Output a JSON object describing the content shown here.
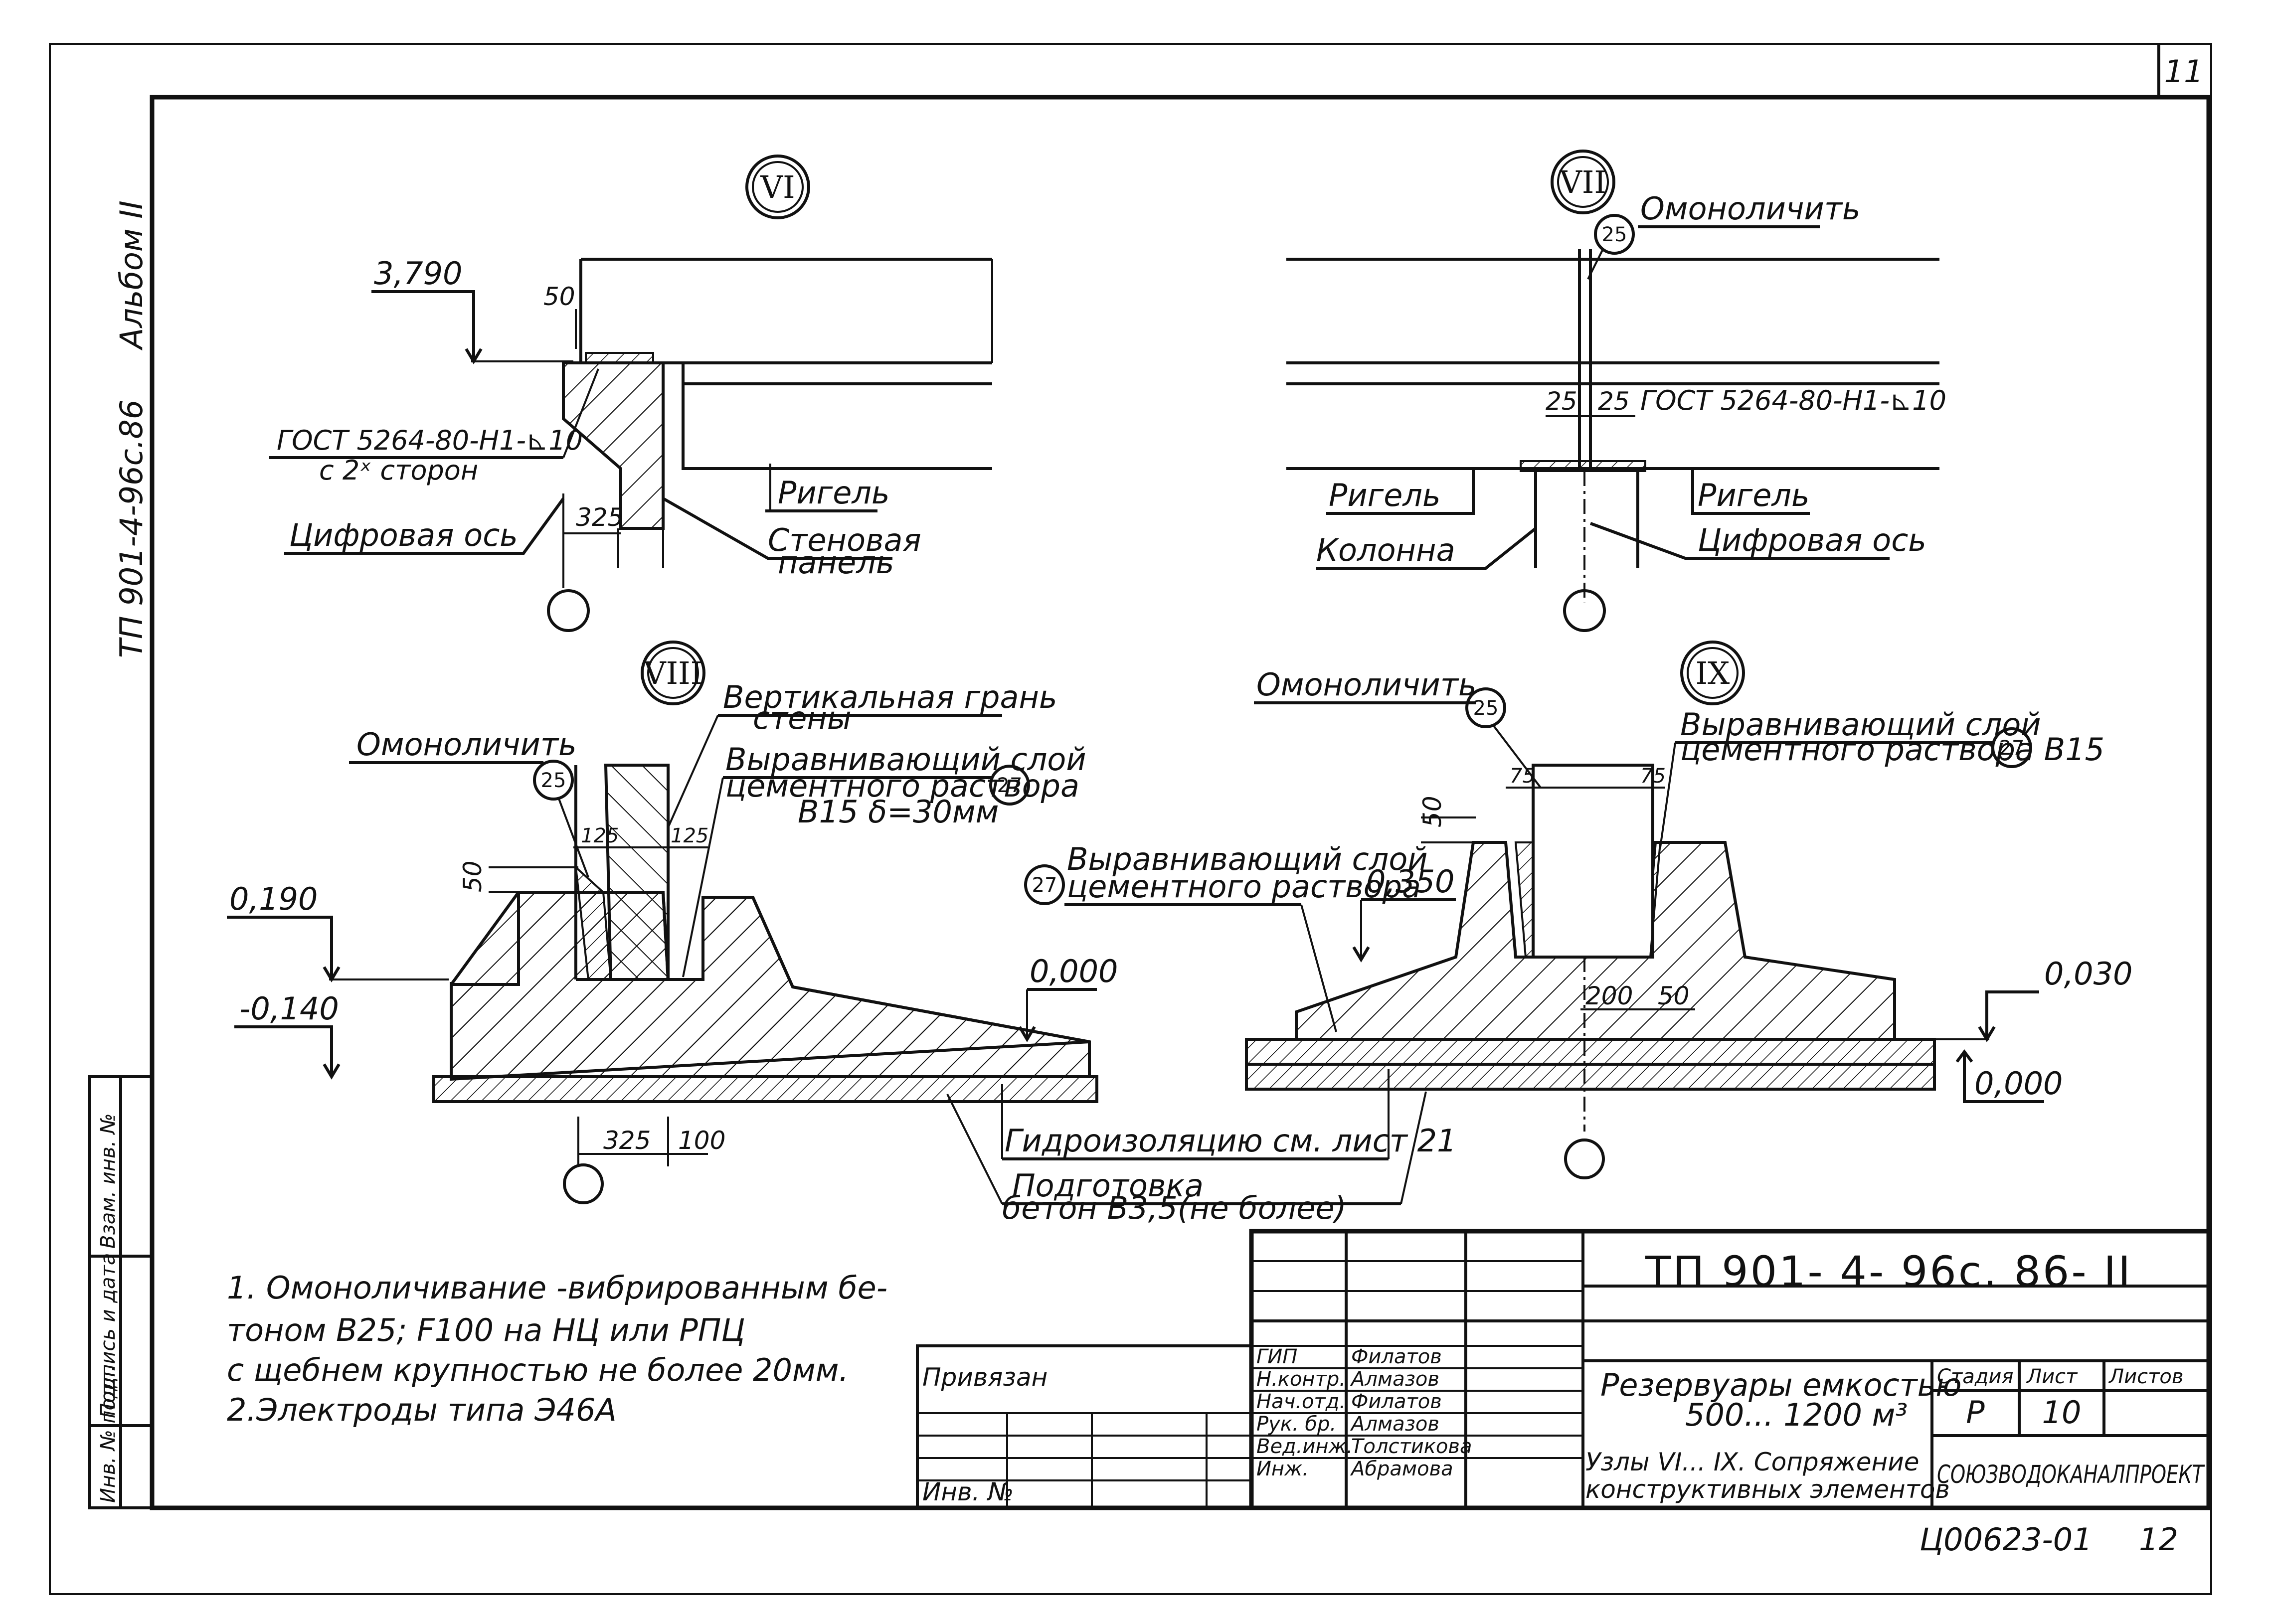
{
  "sheet": {
    "sheet_number": "11",
    "side_label_top": "Альбом II",
    "side_label_bottom": "ТП 901-4-96с.86",
    "side_stamp": {
      "col1": "Инв. № подл.",
      "col2": "Подпись и дата",
      "col3": "Взам. инв. №"
    }
  },
  "views": {
    "vi": {
      "label": "VI",
      "elev": "3,790",
      "dim_50": "50",
      "gost": "ГОСТ 5264-80-Н1-⊾10",
      "gost_sub": "с 2ˣ сторон",
      "dim_325": "325",
      "axis": "Цифровая ось",
      "rigel": "Ригель",
      "panel_1": "Стеновая",
      "panel_2": "панель"
    },
    "vii": {
      "label": "VII",
      "note": "Омоноличить",
      "circle": "25",
      "dim_a": "25",
      "dim_b": "25",
      "gost": "ГОСТ 5264-80-Н1-⊾10",
      "rigel_left": "Ригель",
      "rigel_right": "Ригель",
      "column": "Колонна",
      "axis": "Цифровая ось"
    },
    "viii": {
      "label": "VIII",
      "edge_1": "Вертикальная грань",
      "edge_2": "стены",
      "note": "Омоноличить",
      "circle_25": "25",
      "layer_1": "Выравнивающий слой",
      "layer_2": "цементного раствора",
      "layer_3": "В15    δ=30мм",
      "circle_27": "27",
      "dim_125a": "125",
      "dim_125b": "125",
      "dim_50": "50",
      "elev_1": "0,190",
      "elev_2": "-0,140",
      "elev_3": "0,000",
      "dim_325": "325",
      "dim_100": "100"
    },
    "ix": {
      "label": "IX",
      "note": "Омоноличить",
      "circle_25": "25",
      "layer_r1": "Выравнивающий слой",
      "layer_r2": "цементного раствора В15",
      "circle_27r": "27",
      "layer_l1": "Выравнивающий слой",
      "layer_l2": "цементного раствора",
      "circle_27l": "27",
      "dim_75a": "75",
      "dim_75b": "75",
      "dim_50": "50",
      "elev_1": "0,350",
      "elev_2": "0,030",
      "elev_3": "0,000",
      "dim_200": "200",
      "dim_50b": "50"
    },
    "shared": {
      "hydro": "Гидроизоляцию см. лист 21",
      "prep_1": "Подготовка",
      "prep_2": "бетон В3,5(не более)"
    }
  },
  "notes": [
    "1. Омоноличивание -вибрированным бе-",
    "   тоном В25; F100 на НЦ или РПЦ",
    "   с щебнем крупностью не более 20мм.",
    "2.Электроды типа Э46А"
  ],
  "title_block": {
    "code": "ТП 901- 4- 96с. 86- II",
    "privyazan": "Привязан",
    "inv": "Инв. №",
    "roles": [
      "ГИП",
      "Н.контр.",
      "Нач.отд.",
      "Рук. бр.",
      "Вед.инж.",
      "Инж."
    ],
    "names": [
      "Филатов",
      "Алмазов",
      "Филатов",
      "Алмазов",
      "Толстикова",
      "Абрамова"
    ],
    "title_1": "Резервуары емкостью",
    "title_2": "500... 1200 м³",
    "sub_1": "Узлы VI... IX. Сопряжение",
    "sub_2": "конструктивных элементов",
    "stage_h": "Стадия",
    "sheet_h": "Лист",
    "sheets_h": "Листов",
    "stage": "Р",
    "sheet_no": "10",
    "org": "СОЮЗВОДОКАНАЛПРОЕКТ",
    "archive": "Ц00623-01",
    "archive_page": "12"
  }
}
